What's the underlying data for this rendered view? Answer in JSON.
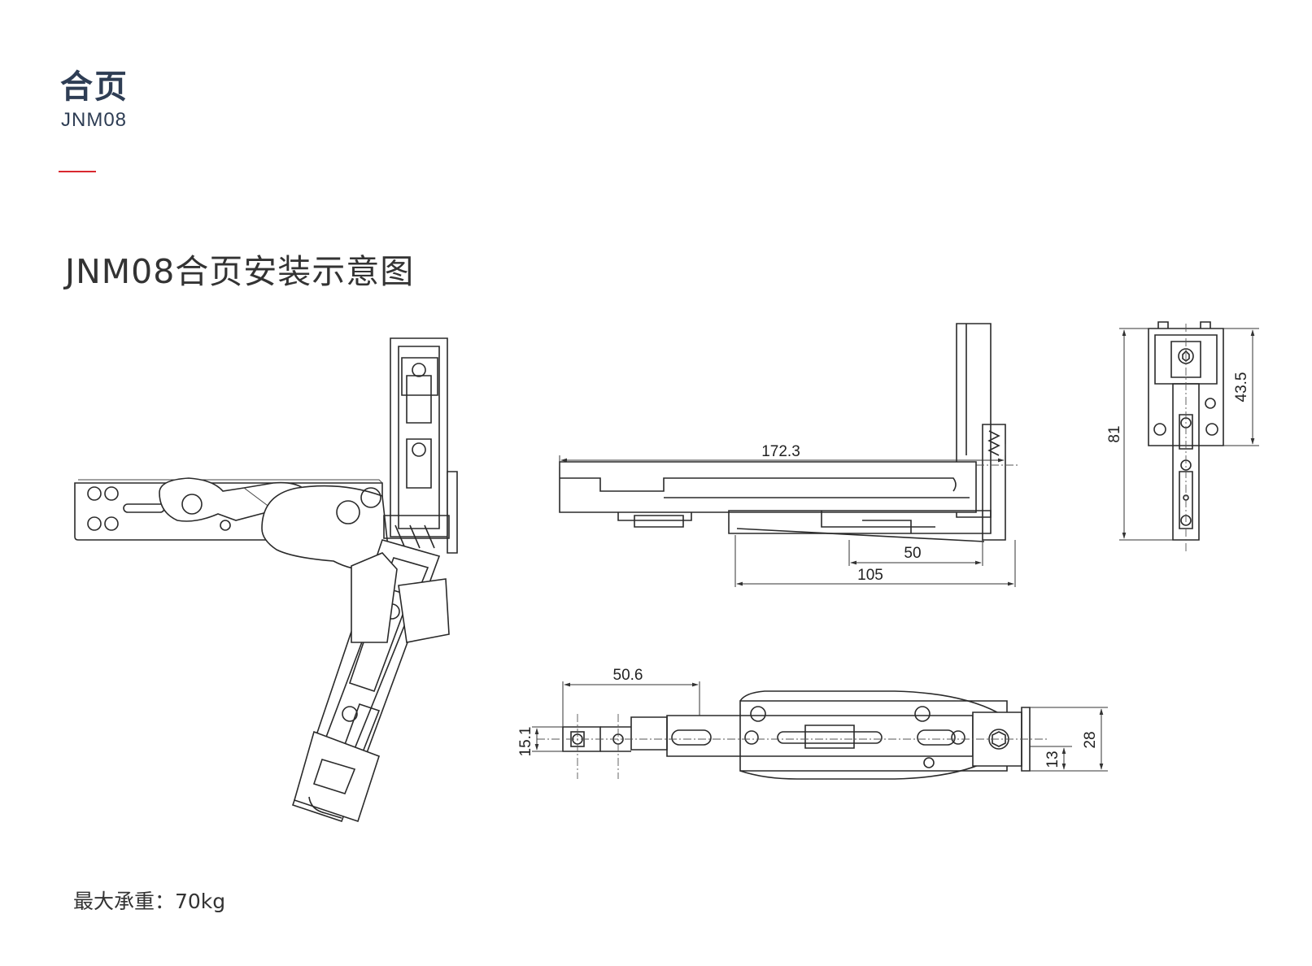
{
  "header": {
    "title": "合页",
    "model": "JNM08",
    "accent_color": "#d9282f",
    "title_color": "#2e3d54"
  },
  "section": {
    "title": "JNM08合页安装示意图"
  },
  "dimensions": {
    "side_length": "172.3",
    "side_inner": "50",
    "side_base": "105",
    "top_length": "50.6",
    "top_width": "15.1",
    "top_offset": "13",
    "top_height": "28",
    "end_height": "81",
    "end_upper": "43.5"
  },
  "specs": {
    "max_load": "最大承重：70kg"
  }
}
